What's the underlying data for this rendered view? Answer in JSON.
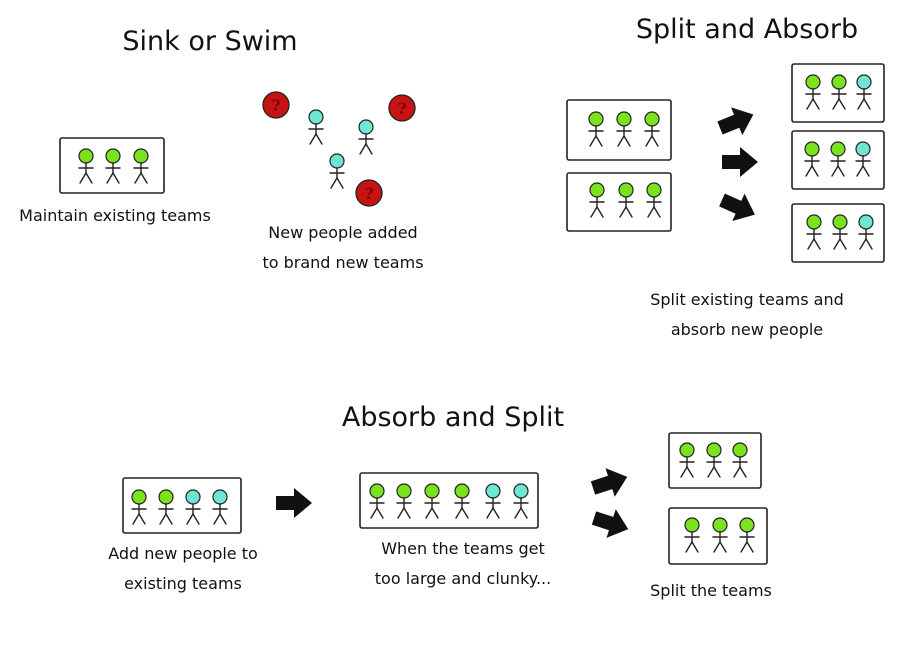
{
  "titles": {
    "sink_or_swim": "Sink or Swim",
    "split_and_absorb": "Split and Absorb",
    "absorb_and_split": "Absorb and Split"
  },
  "captions": {
    "maintain": "Maintain existing teams",
    "new_people_1": "New people added",
    "new_people_2": "to brand new teams",
    "split_existing_1": "Split existing teams and",
    "split_existing_2": "absorb new people",
    "add_new_1": "Add new people to",
    "add_new_2": "existing teams",
    "too_large_1": "When the teams get",
    "too_large_2": "too large and clunky...",
    "split_teams": "Split the teams"
  },
  "question_mark": "?",
  "colors": {
    "existing_member": "#7be21e",
    "new_member": "#6fe6d2",
    "question_badge": "#c41414",
    "outline": "#222222"
  },
  "icons": [
    "stick-figure-icon",
    "question-mark-icon",
    "arrow-icon"
  ]
}
